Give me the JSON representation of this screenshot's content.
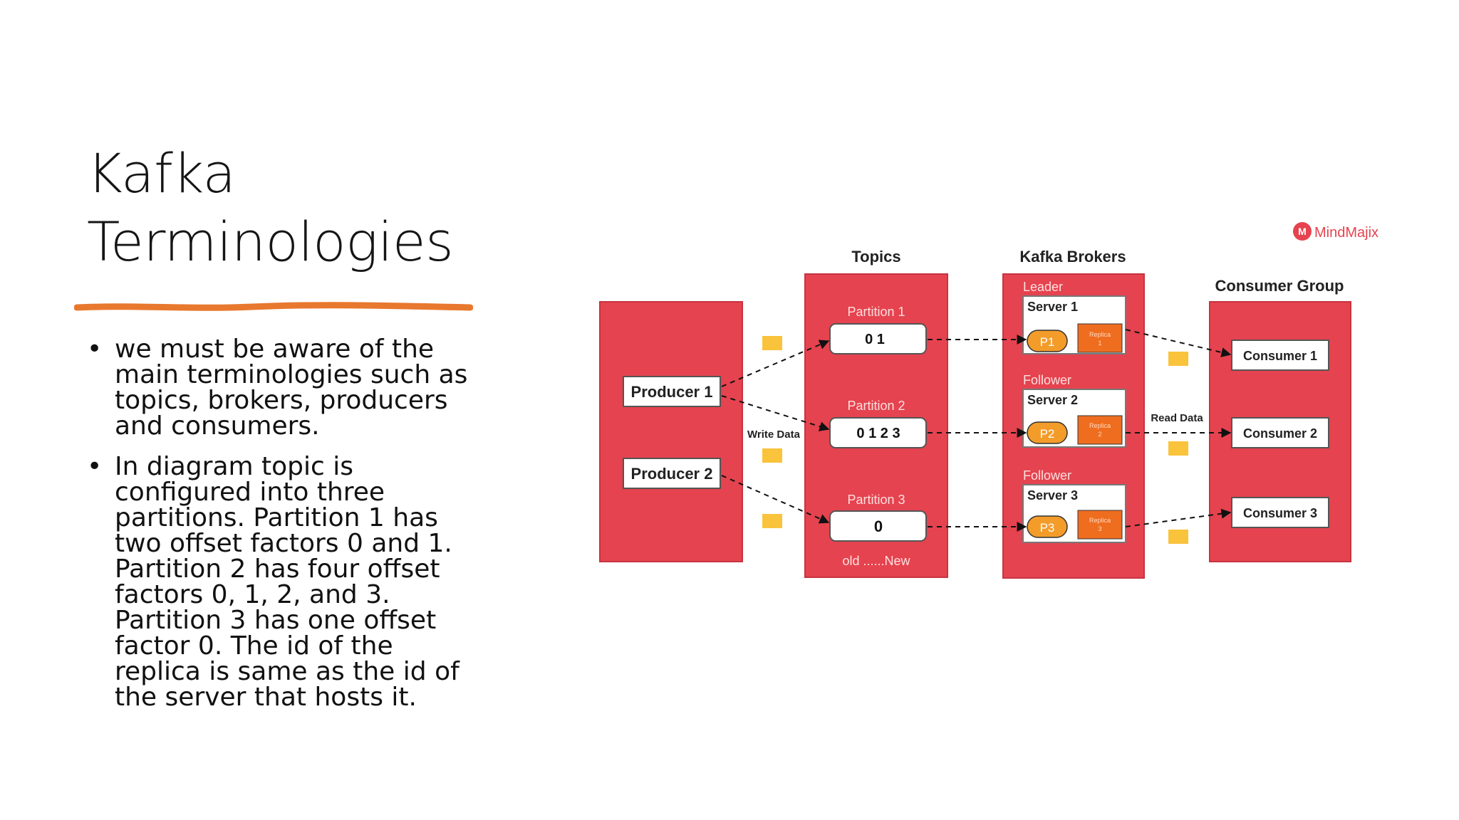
{
  "slide": {
    "title_line1": "Kafka",
    "title_line2": "Terminologies",
    "bullets": [
      "we must be aware of the main terminologies such as topics, brokers, producers and consumers.",
      "In diagram topic is configured into three partitions. Partition 1 has two offset factors 0 and 1. Partition 2 has four offset factors 0, 1, 2, and 3. Partition 3 has one offset factor 0. The id of the replica is same as the id of the server that hosts it."
    ],
    "bullet_glyph": "•"
  },
  "diagram": {
    "logo": "MindMajix",
    "topics_heading": "Topics",
    "brokers_heading": "Kafka Brokers",
    "consumer_group_heading": "Consumer Group",
    "producers": [
      "Producer 1",
      "Producer 2"
    ],
    "write_label": "Write Data",
    "read_label": "Read Data",
    "partitions": [
      {
        "label": "Partition 1",
        "offsets": "0 1"
      },
      {
        "label": "Partition 2",
        "offsets": "0 1 2 3"
      },
      {
        "label": "Partition 3",
        "offsets": "0"
      }
    ],
    "offset_axis": "old ......New",
    "brokers": [
      {
        "role": "Leader",
        "server": "Server 1",
        "partition": "P1",
        "replica": "Replica",
        "replica_id": "1"
      },
      {
        "role": "Follower",
        "server": "Server 2",
        "partition": "P2",
        "replica": "Replica",
        "replica_id": "2"
      },
      {
        "role": "Follower",
        "server": "Server 3",
        "partition": "P3",
        "replica": "Replica",
        "replica_id": "3"
      }
    ],
    "consumers": [
      "Consumer 1",
      "Consumer 2",
      "Consumer 3"
    ],
    "colors": {
      "panel_red": "#e5434f",
      "orange_accent": "#e8782e",
      "partition_pill": "#f39c2a",
      "replica_box": "#ef6d1f",
      "message_yellow": "#f9c33b",
      "logo_red": "#e5434f"
    }
  }
}
